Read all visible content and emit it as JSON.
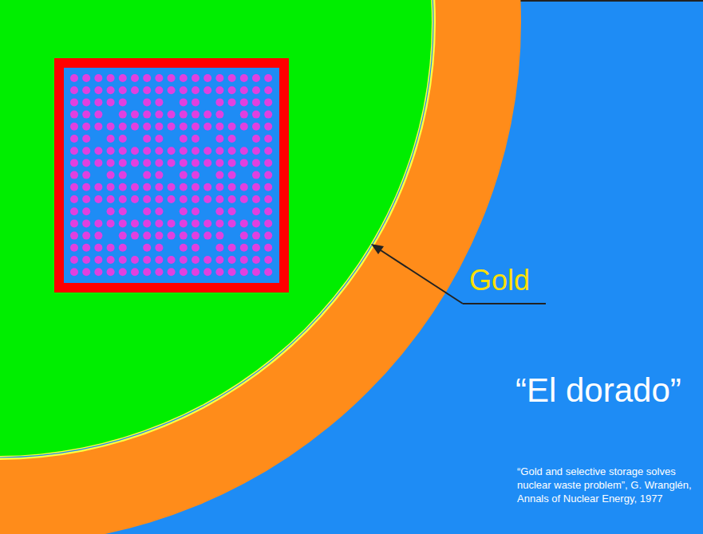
{
  "diagram": {
    "labels": [
      "Gold",
      "“El dorado”",
      "“Gold and selective storage solves nuclear waste problem”, G. Wranglén, Annals of Nuclear Energy, 1977"
    ]
  }
}
